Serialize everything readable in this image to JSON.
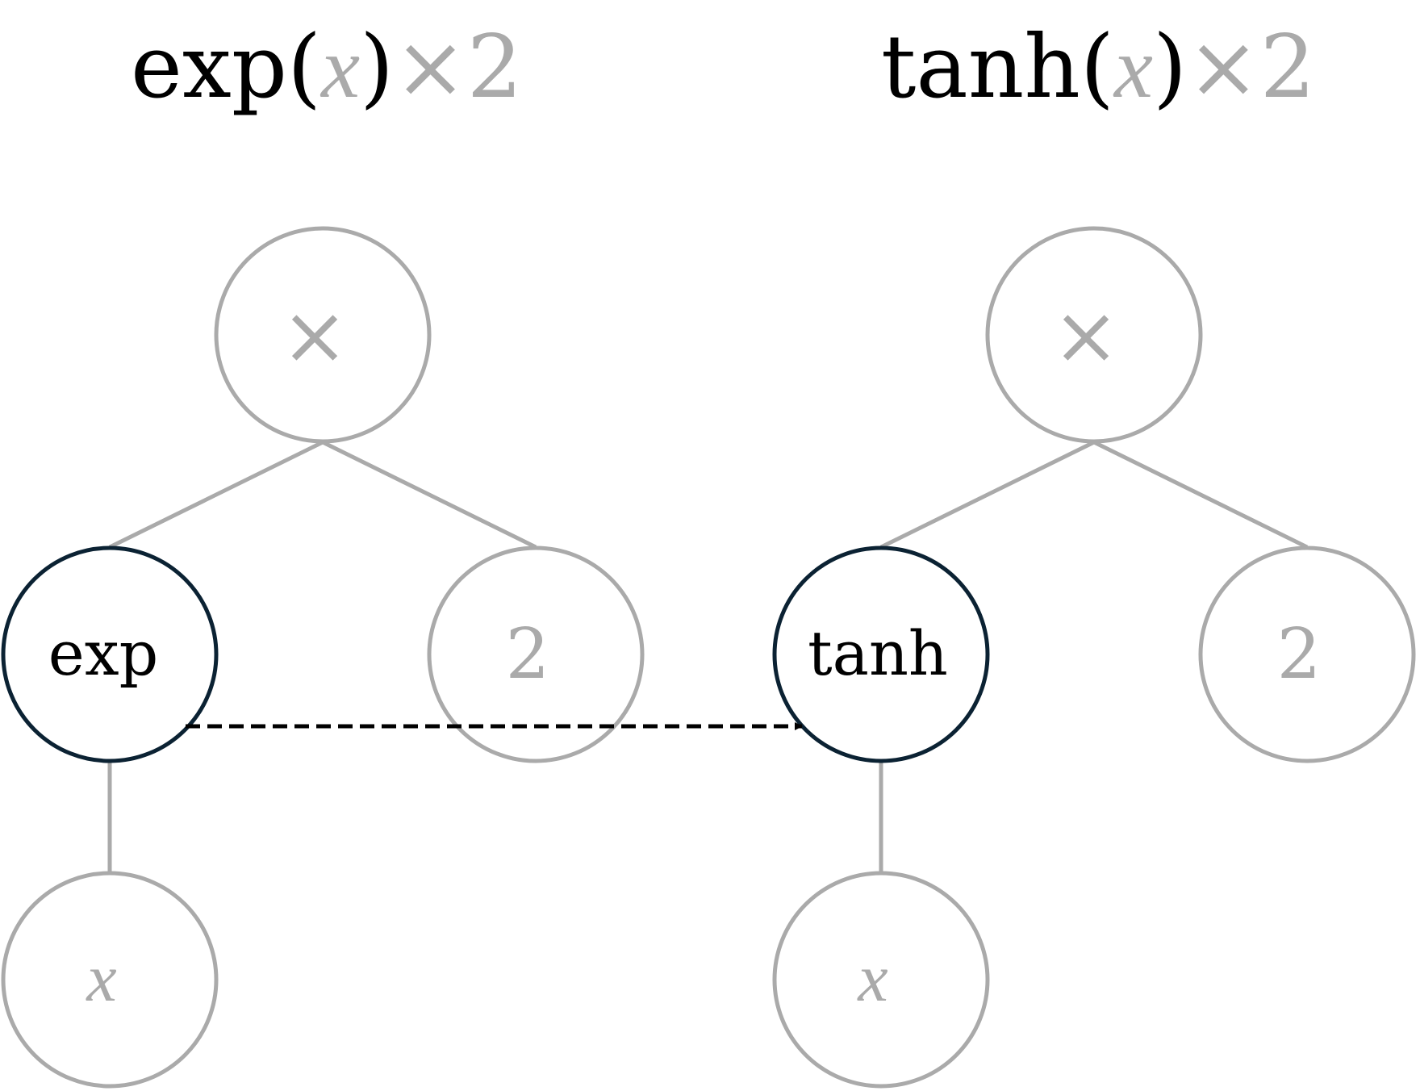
{
  "colors": {
    "background": "#ffffff",
    "muted": "#aaaaaa",
    "highlight": "#0b2233",
    "text": "#000000"
  },
  "left_title": {
    "func": "exp",
    "open_paren": "(",
    "var": "x",
    "close_paren": ")",
    "op": "×",
    "num": "2"
  },
  "right_title": {
    "func": "tanh",
    "open_paren": "(",
    "var": "x",
    "close_paren": ")",
    "op": "×",
    "num": "2"
  },
  "left_tree": {
    "root": "×",
    "func": "exp",
    "const": "2",
    "leaf": "x"
  },
  "right_tree": {
    "root": "×",
    "func": "tanh",
    "const": "2",
    "leaf": "x"
  }
}
